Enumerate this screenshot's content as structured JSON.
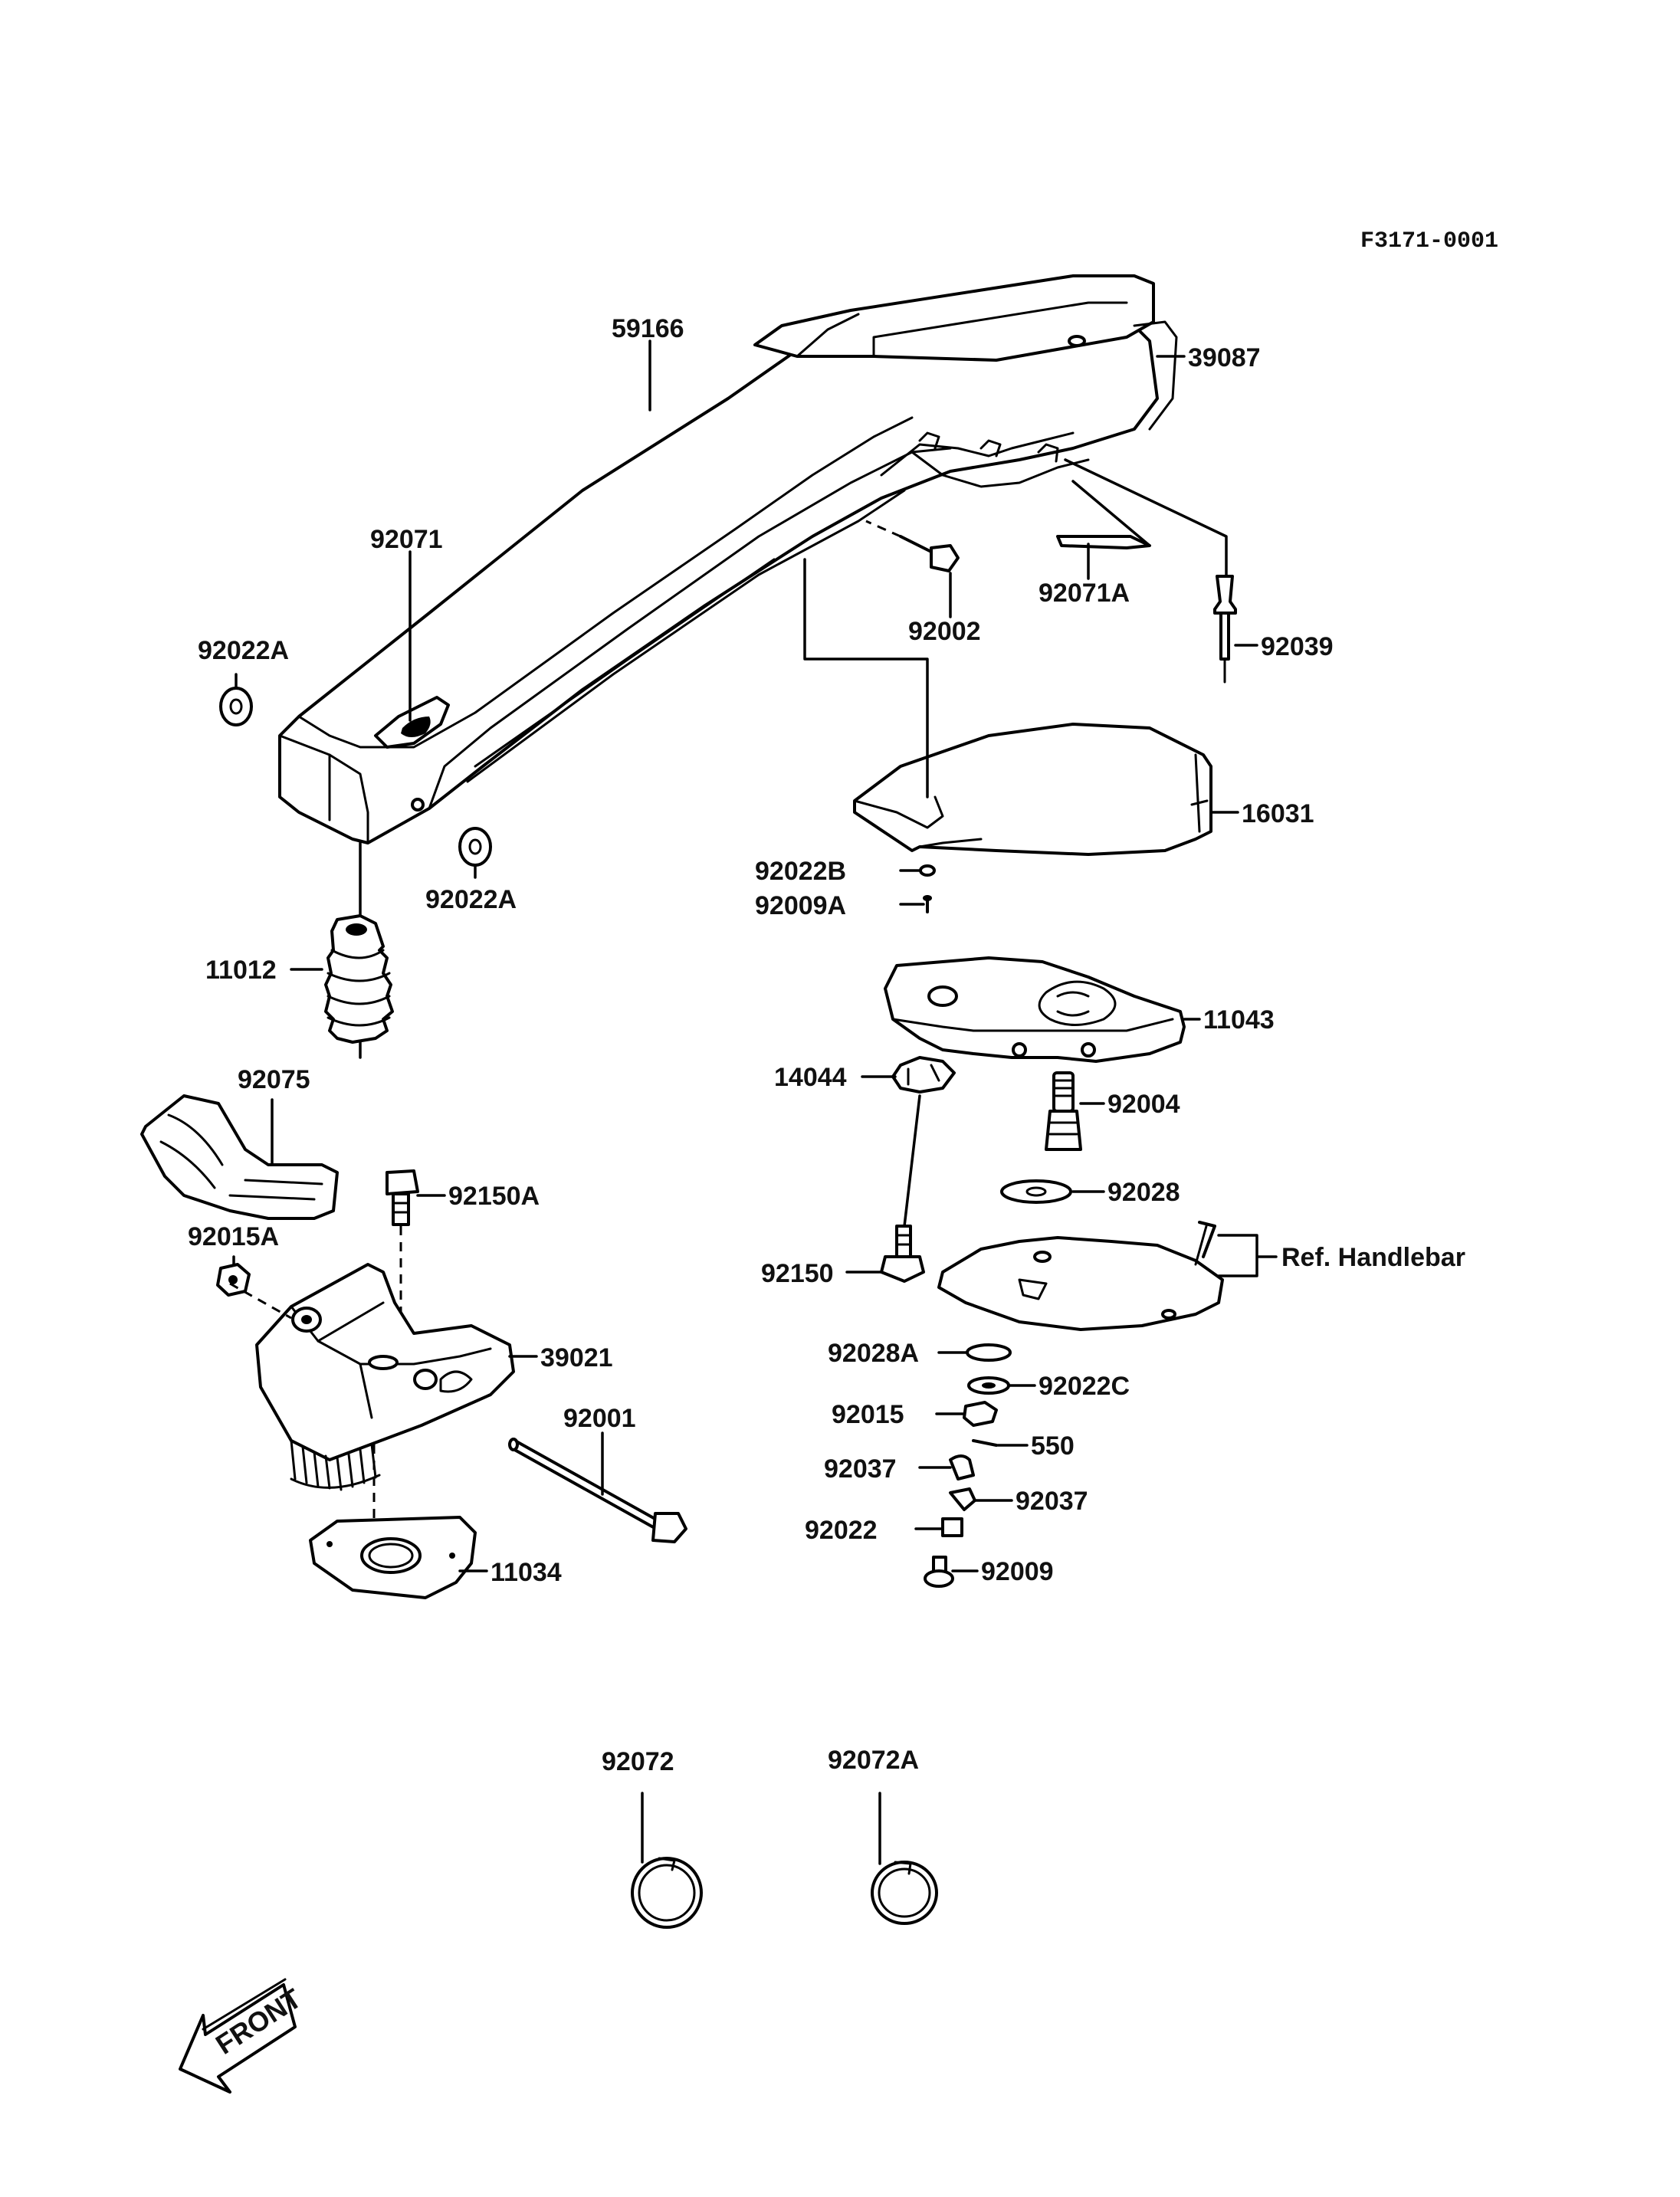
{
  "diagram_code": "F3171-0001",
  "front_label": "FRONT",
  "ref_label": "Ref. Handlebar",
  "parts": {
    "p59166": "59166",
    "p39087": "39087",
    "p92071": "92071",
    "p92071A": "92071A",
    "p92002": "92002",
    "p92039": "92039",
    "p92022A_1": "92022A",
    "p92022A_2": "92022A",
    "p16031": "16031",
    "p92022B": "92022B",
    "p92009A": "92009A",
    "p11012": "11012",
    "p11043": "11043",
    "p14044": "14044",
    "p92004": "92004",
    "p92075": "92075",
    "p92150A": "92150A",
    "p92028": "92028",
    "p92015A": "92015A",
    "p92150": "92150",
    "p39021": "39021",
    "p92028A": "92028A",
    "p92022C": "92022C",
    "p92001": "92001",
    "p92015": "92015",
    "p550": "550",
    "p92037_1": "92037",
    "p92037_2": "92037",
    "p92022": "92022",
    "p11034": "11034",
    "p92009": "92009",
    "p92072": "92072",
    "p92072A": "92072A"
  }
}
